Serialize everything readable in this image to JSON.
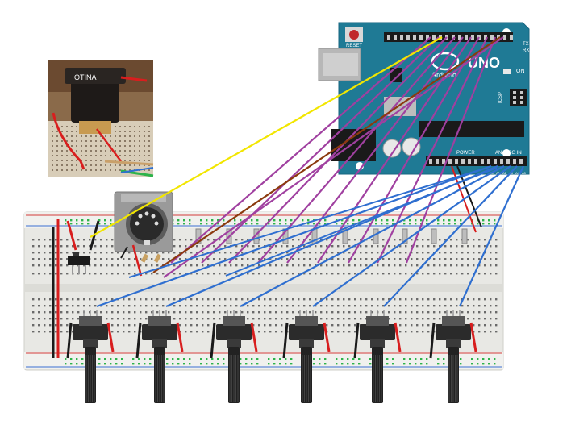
{
  "arduino": {
    "logo_text": "UNO",
    "brand_text": "Arduino",
    "reset_label": "RESET",
    "on_label": "ON",
    "icsp_label": "ICSP",
    "tx_label": "TX",
    "rx_label": "RX",
    "power_label": "POWER",
    "analog_in_label": "ANALOG IN",
    "pin_a0": "A0",
    "pin_a1": "A1",
    "pin_a2": "A2",
    "pin_a3": "A3",
    "pin_a4": "A4",
    "pin_a5": "A5"
  },
  "photo": {
    "print_text": "OTINA"
  },
  "colors": {
    "board": "#1f7a95",
    "breadboard": "#e8e8e4",
    "wire_purple": "#a040a0",
    "wire_blue": "#2f6fd0",
    "wire_yellow": "#f2e600",
    "wire_brown": "#8b3a0e",
    "wire_red": "#d81e1e",
    "wire_black": "#1a1a1a",
    "rail_red": "#d23a3a",
    "rail_blue": "#3a6fd2",
    "hole_green": "#2db34a"
  },
  "potentiometer_count": 6,
  "midi_socket": {
    "pins": 5
  }
}
